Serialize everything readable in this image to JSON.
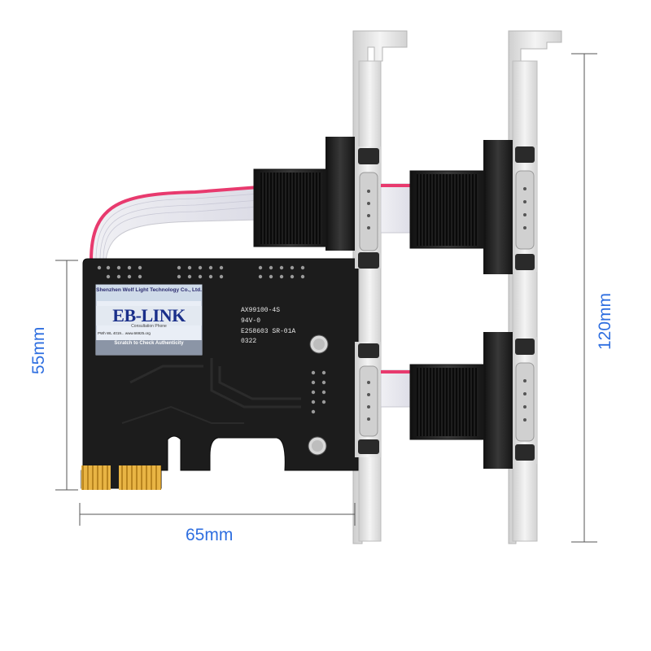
{
  "dimensions": {
    "width_label": "65mm",
    "height_label_left": "55mm",
    "height_label_right": "120mm"
  },
  "authenticity_label": {
    "company": "Shenzhen Wolf Light Technology Co., Ltd.",
    "brand": "EB-LINK",
    "phone": "Consultation Phone",
    "url_line": "PWh WL 4019... www.66925.org",
    "scratch_text": "Scratch to Check Authenticity"
  },
  "board_silkscreen": {
    "model": "AX99100-4S",
    "rating": "94V-0",
    "ul_number": "E258603 SR-01A",
    "batch": "0322"
  },
  "colors": {
    "accent": "#2f6fe0",
    "pcb": "#1c1c1c",
    "gold_contacts": "#d9a531",
    "bracket": "#e7e7e7",
    "connector": "#262626",
    "ribbon_red": "#e83a6e"
  }
}
